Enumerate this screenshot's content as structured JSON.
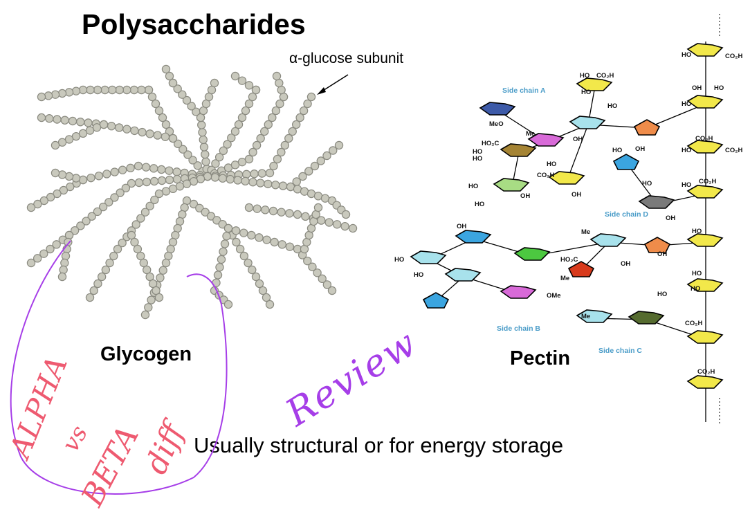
{
  "slide": {
    "title": "Polysaccharides",
    "subunit_label": "α-glucose subunit",
    "glycogen_label": "Glycogen",
    "pectin_label": "Pectin",
    "subtitle": "Usually structural or for energy storage"
  },
  "pectin": {
    "side_chains": [
      "Side chain A",
      "Side chain B",
      "Side chain C",
      "Side chain D"
    ],
    "side_chain_color": "#4a9cc8",
    "group_labels": [
      "HO",
      "CO₂H",
      "HO",
      "CO₂H",
      "HO",
      "HO",
      "MeO",
      "Me",
      "OH",
      "HO₂C",
      "HO",
      "HO",
      "HO",
      "OH",
      "HO",
      "OH",
      "HO",
      "CO₂H",
      "OH",
      "HO",
      "HO",
      "CO₂H",
      "CO₂H",
      "HO",
      "OH",
      "HO",
      "HO",
      "OH",
      "Me",
      "OMe",
      "HO",
      "HO",
      "OH",
      "HO₂C",
      "Me",
      "HO",
      "CO₂H",
      "HO",
      "Me",
      "HO",
      "OH",
      "HO",
      "OH",
      "CO₂H",
      "HO",
      "CO₂H"
    ],
    "ring_colors": {
      "backbone": "#f2e84a",
      "navy": "#3d5aa8",
      "magenta": "#d86ad8",
      "cyan": "#a8e2ec",
      "orange": "#ef8c4a",
      "brown": "#a58434",
      "green_light": "#a8dc84",
      "blue": "#3ba5e0",
      "gray": "#7a7a7a",
      "green": "#4cc840",
      "red": "#d83a1c",
      "olive": "#556b2f"
    }
  },
  "glycogen": {
    "bead_color": "#c9c9bd",
    "bead_outline": "#8a8a80"
  },
  "annotations": {
    "review": "Review",
    "alpha": "ALPHA",
    "vs": "vs",
    "beta": "BETA",
    "diff": "diff",
    "circle_color": "#a63ee8",
    "note_color": "#ee5a70"
  }
}
